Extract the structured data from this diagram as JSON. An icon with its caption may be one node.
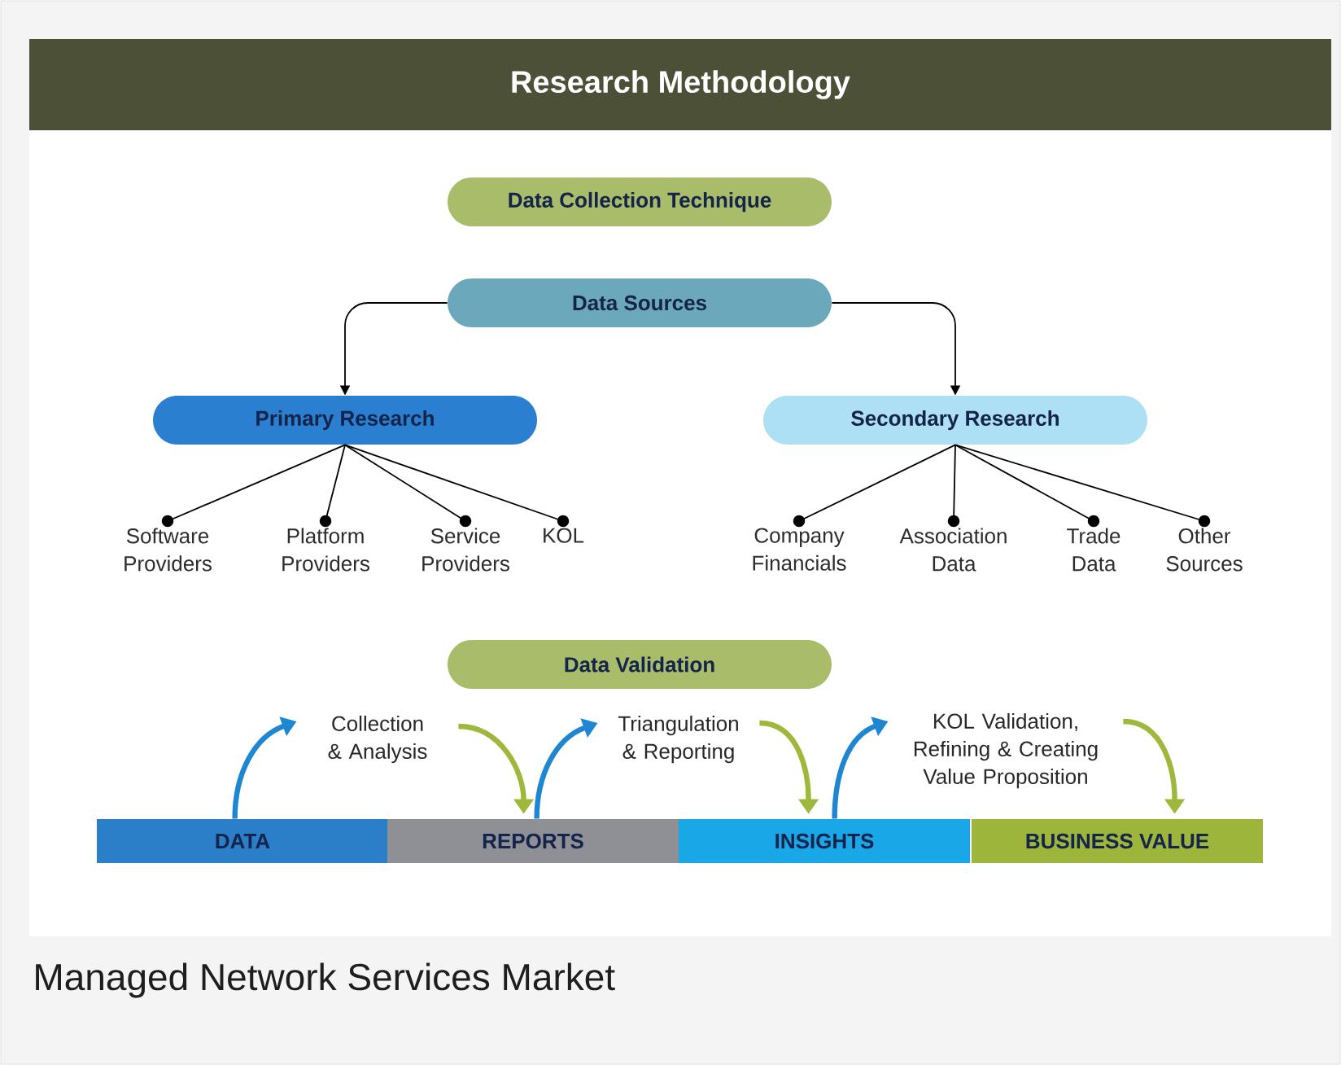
{
  "diagram": {
    "title": "Research Methodology",
    "caption": "Managed Network Services Market",
    "nodes": [
      {
        "text": [
          "Data Collection Technique"
        ]
      },
      {
        "text": [
          "Data Sources"
        ]
      },
      {
        "text": [
          "Primary Research"
        ]
      },
      {
        "text": [
          "Secondary Research"
        ]
      },
      {
        "text": [
          "Software Providers"
        ]
      },
      {
        "text": [
          "Platform Providers"
        ]
      },
      {
        "text": [
          "Service Providers"
        ]
      },
      {
        "text": [
          "KOL"
        ]
      },
      {
        "text": [
          "Company Financials"
        ]
      },
      {
        "text": [
          "Association Data"
        ]
      },
      {
        "text": [
          "Trade Data"
        ]
      },
      {
        "text": [
          "Other Sources"
        ]
      },
      {
        "text": [
          "Data Validation"
        ]
      },
      {
        "text": [
          "DATA"
        ]
      },
      {
        "text": [
          "REPORTS"
        ]
      },
      {
        "text": [
          "INSIGHTS"
        ]
      },
      {
        "text": [
          "BUSINESS VALUE"
        ]
      },
      {
        "text": [
          "Collection & Analysis"
        ]
      },
      {
        "text": [
          "Triangulation & Reporting"
        ]
      },
      {
        "text": [
          "KOL Validation, Refining & Creating Value Proposition"
        ]
      }
    ],
    "edges": [
      {
        "from": 1,
        "to": 2,
        "arrow": "to"
      },
      {
        "from": 1,
        "to": 3,
        "arrow": "to"
      },
      {
        "from": 2,
        "to": 4,
        "arrow": "other"
      },
      {
        "from": 2,
        "to": 5,
        "arrow": "other"
      },
      {
        "from": 2,
        "to": 6,
        "arrow": "other"
      },
      {
        "from": 2,
        "to": 7,
        "arrow": "other"
      },
      {
        "from": 3,
        "to": 8,
        "arrow": "other"
      },
      {
        "from": 3,
        "to": 9,
        "arrow": "other"
      },
      {
        "from": 3,
        "to": 10,
        "arrow": "other"
      },
      {
        "from": 3,
        "to": 11,
        "arrow": "other"
      },
      {
        "from": 13,
        "to": 17,
        "arrow": "to",
        "style": "thick",
        "color": "#1f86d2"
      },
      {
        "from": 17,
        "to": 14,
        "arrow": "to",
        "style": "thick",
        "color": "#9db83a"
      },
      {
        "from": 14,
        "to": 18,
        "arrow": "to",
        "style": "thick",
        "color": "#1f86d2"
      },
      {
        "from": 18,
        "to": 15,
        "arrow": "to",
        "style": "thick",
        "color": "#9db83a"
      },
      {
        "from": 15,
        "to": 19,
        "arrow": "to",
        "style": "thick",
        "color": "#1f86d2"
      },
      {
        "from": 19,
        "to": 16,
        "arrow": "to",
        "style": "thick",
        "color": "#9db83a"
      }
    ]
  }
}
